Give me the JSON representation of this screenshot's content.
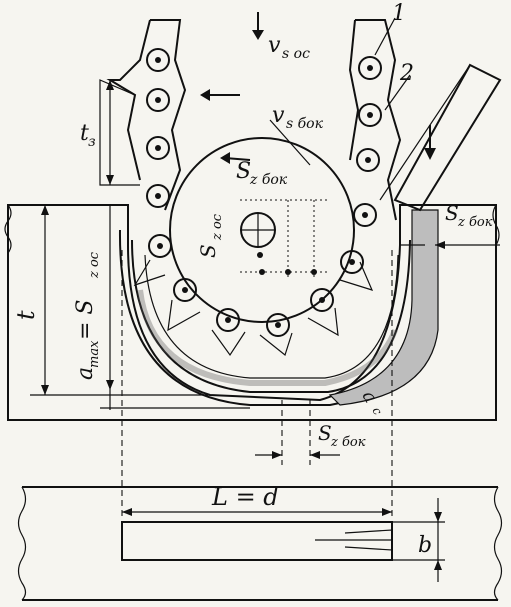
{
  "labels": {
    "num1": "1",
    "num2": "2",
    "v_s_oc": "v",
    "v_s_oc_sub": "s ос",
    "v_s_bok": "v",
    "v_s_bok_sub": "s бок",
    "t3": "t",
    "t3_sub": "з",
    "s_bok_prime": "S",
    "s_bok_prime_sub": "z бок",
    "s_zoc_prime": "S",
    "s_zoc_prime_sub": "z ос",
    "s_z_bok_right": "S",
    "s_z_bok_right_sub": "z бок",
    "t_left": "t",
    "a_max": "a",
    "a_max_sub": "max",
    "eq_s_zoc": "= S",
    "eq_s_zoc_sub": "z ос",
    "s_z_bok_bottom": "S",
    "s_z_bok_bottom_sub": "z бок",
    "a_side": "a",
    "a_side_sub": "c",
    "l_eq_d": "L = d",
    "b": "b"
  }
}
